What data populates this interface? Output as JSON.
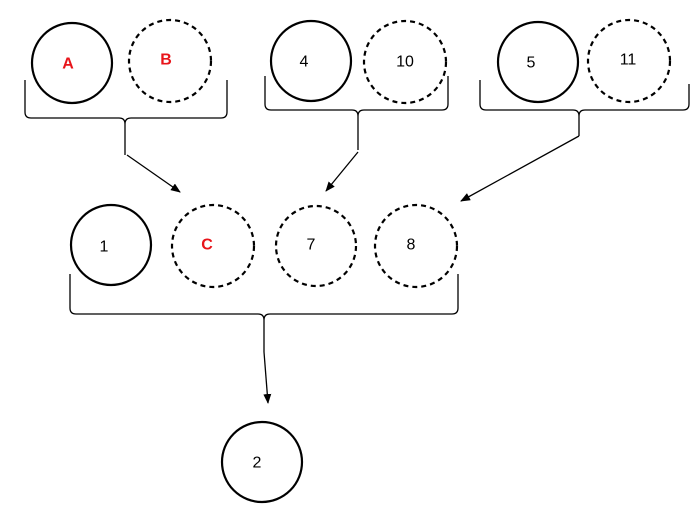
{
  "diagram": {
    "nodes": [
      {
        "id": "A",
        "label": "A",
        "style": "solid",
        "color": "#e8141a"
      },
      {
        "id": "B",
        "label": "B",
        "style": "dashed",
        "color": "#e8141a"
      },
      {
        "id": "4",
        "label": "4",
        "style": "solid",
        "color": "#000000"
      },
      {
        "id": "10",
        "label": "10",
        "style": "dashed",
        "color": "#000000"
      },
      {
        "id": "5",
        "label": "5",
        "style": "solid",
        "color": "#000000"
      },
      {
        "id": "11",
        "label": "11",
        "style": "dashed",
        "color": "#000000"
      },
      {
        "id": "1",
        "label": "1",
        "style": "solid",
        "color": "#000000"
      },
      {
        "id": "C",
        "label": "C",
        "style": "dashed",
        "color": "#e8141a"
      },
      {
        "id": "7",
        "label": "7",
        "style": "dashed",
        "color": "#000000"
      },
      {
        "id": "8",
        "label": "8",
        "style": "dashed",
        "color": "#000000"
      },
      {
        "id": "2",
        "label": "2",
        "style": "solid",
        "color": "#000000"
      }
    ],
    "groups": [
      {
        "members": [
          "A",
          "B"
        ],
        "points_to": "C"
      },
      {
        "members": [
          "4",
          "10"
        ],
        "points_to": "7"
      },
      {
        "members": [
          "5",
          "11"
        ],
        "points_to": "8"
      },
      {
        "members": [
          "1",
          "C",
          "7",
          "8"
        ],
        "points_to": "2"
      }
    ]
  }
}
